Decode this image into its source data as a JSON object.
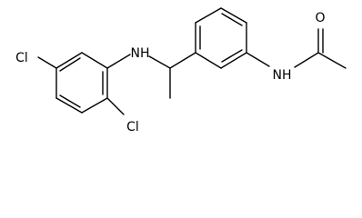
{
  "structure": {
    "atoms": {
      "cl_left": "Cl",
      "cl_bottom": "Cl",
      "nh_amine": "NH",
      "nh_amide": "NH",
      "o_carbonyl": "O"
    }
  },
  "colors": {
    "bond": "#000000",
    "label": "#000000",
    "background": "#ffffff"
  }
}
